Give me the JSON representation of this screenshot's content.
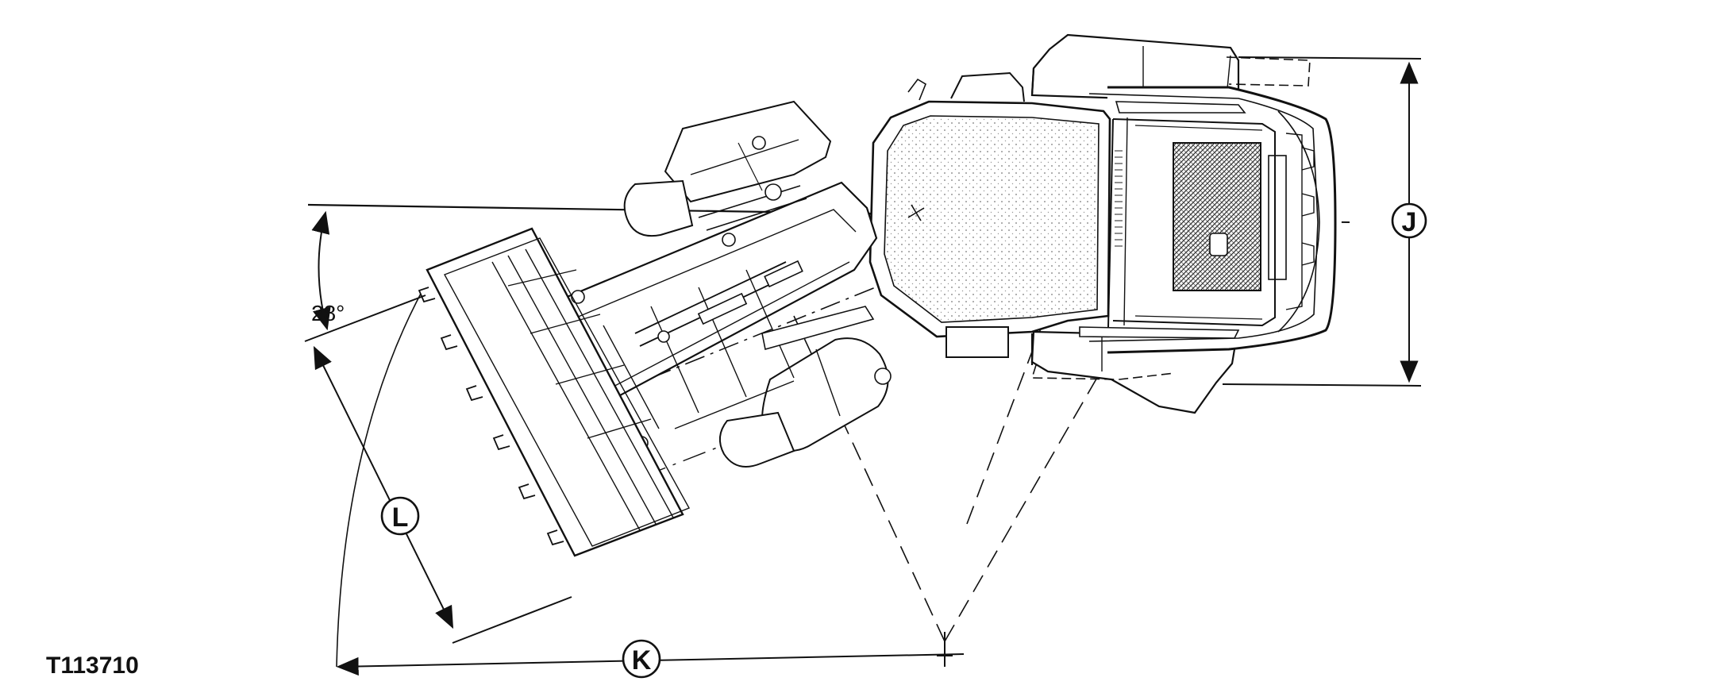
{
  "figure": {
    "id": "T113710"
  },
  "dimensions": {
    "j": "J",
    "k": "K",
    "l": "L",
    "angle": "28°"
  }
}
